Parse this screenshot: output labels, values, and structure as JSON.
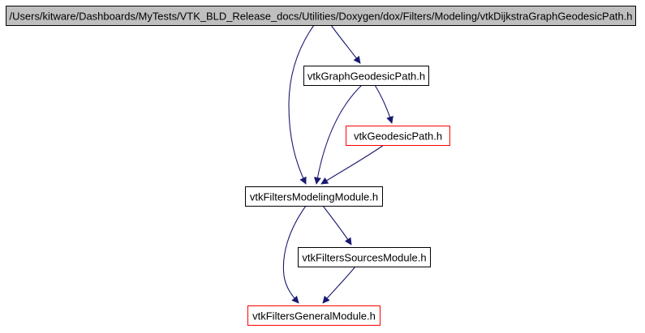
{
  "diagram": {
    "nodes": [
      {
        "id": "root",
        "label": "/Users/kitware/Dashboards/MyTests/VTK_BLD_Release_docs/Utilities/Doxygen/dox/Filters/Modeling/vtkDijkstraGraphGeodesicPath.h",
        "fill": "#bfbfbf",
        "border": "#000000",
        "is_root": true
      },
      {
        "id": "graph_geodesic",
        "label": "vtkGraphGeodesicPath.h",
        "fill": "#ffffff",
        "border": "#000000"
      },
      {
        "id": "geodesic",
        "label": "vtkGeodesicPath.h",
        "fill": "#ffffff",
        "border": "#ff0000"
      },
      {
        "id": "modeling_module",
        "label": "vtkFiltersModelingModule.h",
        "fill": "#ffffff",
        "border": "#000000"
      },
      {
        "id": "sources_module",
        "label": "vtkFiltersSourcesModule.h",
        "fill": "#ffffff",
        "border": "#000000"
      },
      {
        "id": "general_module",
        "label": "vtkFiltersGeneralModule.h",
        "fill": "#ffffff",
        "border": "#ff0000"
      }
    ],
    "edges": [
      {
        "from": "root",
        "to": "graph_geodesic"
      },
      {
        "from": "root",
        "to": "modeling_module"
      },
      {
        "from": "graph_geodesic",
        "to": "geodesic"
      },
      {
        "from": "graph_geodesic",
        "to": "modeling_module"
      },
      {
        "from": "geodesic",
        "to": "modeling_module"
      },
      {
        "from": "modeling_module",
        "to": "sources_module"
      },
      {
        "from": "modeling_module",
        "to": "general_module"
      },
      {
        "from": "sources_module",
        "to": "general_module"
      }
    ],
    "edge_color": "#191970"
  }
}
